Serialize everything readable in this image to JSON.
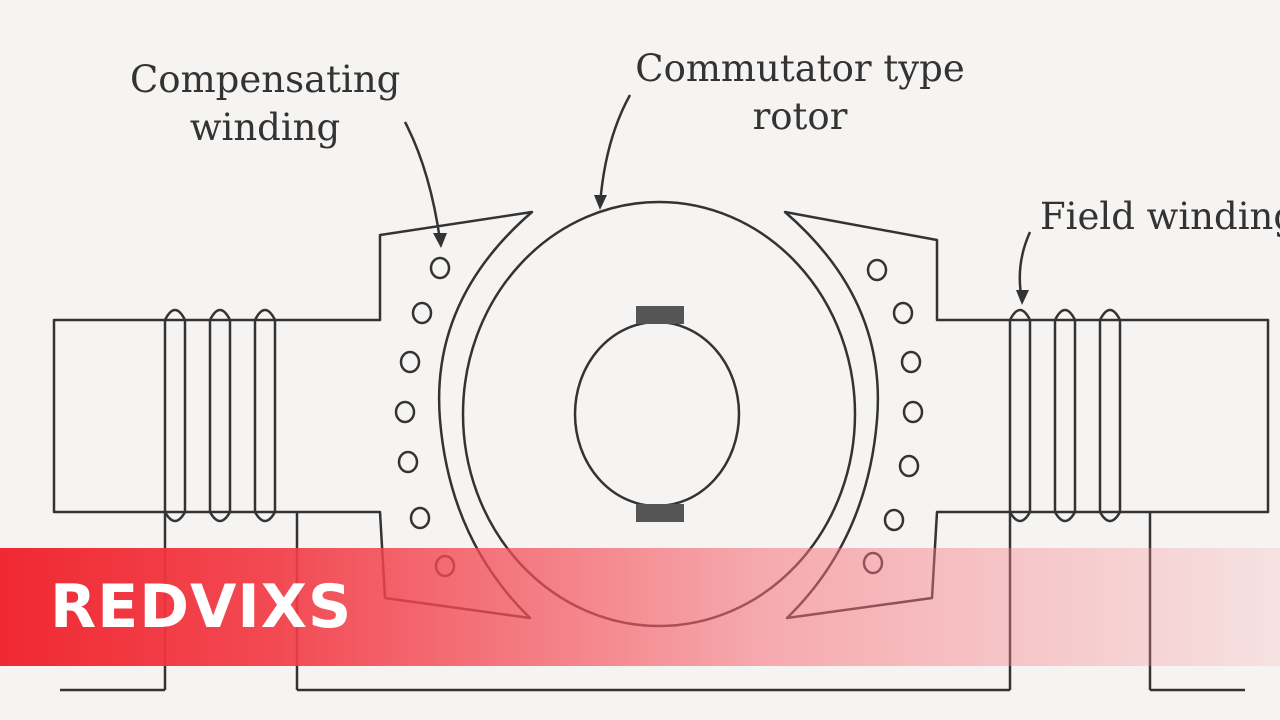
{
  "labels": {
    "compensating": [
      "Compensating",
      "winding"
    ],
    "rotor": [
      "Commutator type",
      "rotor"
    ],
    "field": "Field winding"
  },
  "brand": "REDVIXS",
  "colors": {
    "line": "#333333",
    "banner": "#f02832",
    "brand_text": "#ffffff"
  }
}
